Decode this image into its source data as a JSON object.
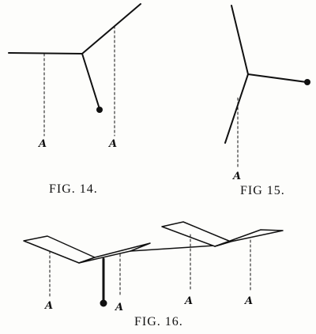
{
  "figures": [
    {
      "caption": "FIG. 14.",
      "labels": [
        "A",
        "A"
      ]
    },
    {
      "caption": "FIG 15.",
      "labels": [
        "A"
      ]
    },
    {
      "caption": "FIG. 16.",
      "labels": [
        "A",
        "A",
        "A",
        "A"
      ]
    }
  ],
  "colors": {
    "ink": "#111111",
    "paper": "#fdfdfb"
  }
}
